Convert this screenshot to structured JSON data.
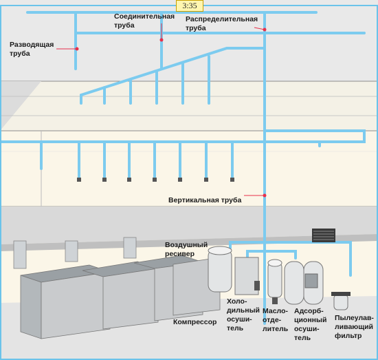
{
  "badge": "3:35",
  "labels": {
    "distribution_pipe": "Разводящая\nтруба",
    "connecting_pipe": "Соединительная\nтруба",
    "manifold_pipe": "Распределительная\nтруба",
    "vertical_pipe": "Вертикальная труба",
    "air_receiver": "Воздушный\nресивер",
    "compressor": "Компрессор",
    "refrigeration_dryer": "Холо-\nдильный\nосуши-\nтель",
    "oil_separator": "Масло-\nотде-\nлитель",
    "adsorption_dryer": "Адсорб-\nционный\nосуши-\nтель",
    "dust_filter": "Пылеулав-\nливающий\nфильтр"
  },
  "colors": {
    "pipe": "#7ccbef",
    "pipe_stroke": "#4aa9d6",
    "wall": "#fbf6e8",
    "floor": "#d8d8d8",
    "equipment": "#c9cbcd",
    "border": "#6bc3ea",
    "marker": "#e8304a"
  }
}
